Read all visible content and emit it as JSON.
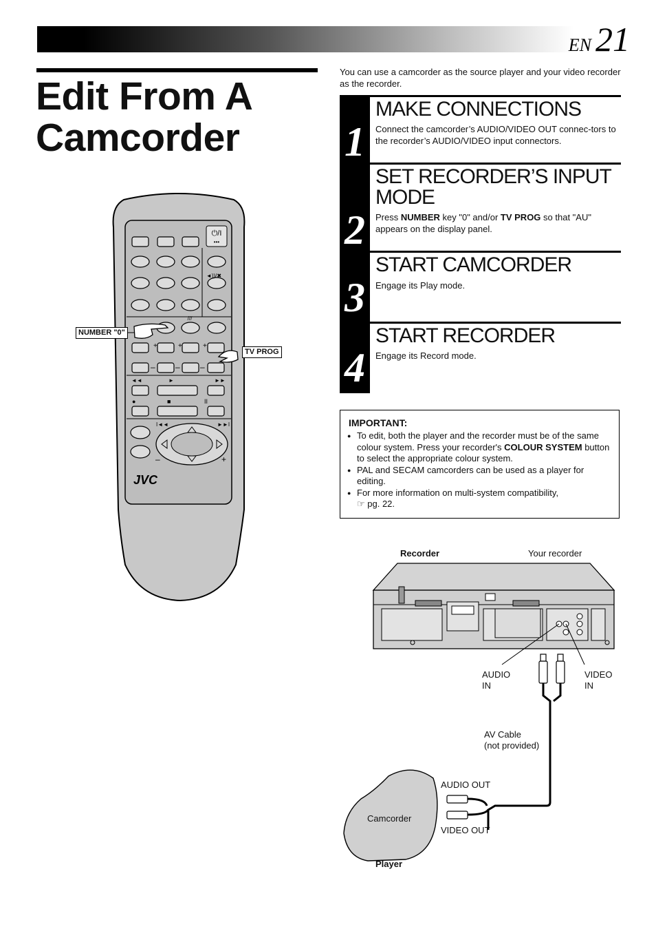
{
  "header": {
    "lang": "EN",
    "page_number": "21"
  },
  "title": {
    "line1": "Edit From A",
    "line2": "Camcorder"
  },
  "intro": "You can use a camcorder as the source player and your video recorder as the recorder.",
  "steps": [
    {
      "number": "1",
      "title": "MAKE CONNECTIONS",
      "body": "Connect the camcorder’s AUDIO/VIDEO OUT connec-tors to the recorder’s AUDIO/VIDEO input connectors."
    },
    {
      "number": "2",
      "title": "SET RECORDER’S INPUT MODE",
      "body_pre": "Press ",
      "body_b1": "NUMBER",
      "body_mid": "  key \"0\" and/or ",
      "body_b2": "TV PROG",
      "body_post": " so that \"AU\" appears on the display panel."
    },
    {
      "number": "3",
      "title": "START CAMCORDER",
      "body": "Engage its Play mode."
    },
    {
      "number": "4",
      "title": "START RECORDER",
      "body": "Engage its Record mode."
    }
  ],
  "important": {
    "title": "IMPORTANT:",
    "item1_pre": "To edit, both the player and the recorder must be of the same colour system. Press your recorder's ",
    "item1_b": "COLOUR SYSTEM",
    "item1_post": " button to select the appropriate colour system.",
    "item2": "PAL and SECAM camcorders can be used as a player for editing.",
    "item3_pre": "For more information on multi-system compatibility,",
    "item3_ref": "☞ pg. 22."
  },
  "remote": {
    "brand": "JVC",
    "power_label": "⏻/I",
    "callout_number": "NUMBER \"0\"",
    "callout_tvprog": "TV PROG"
  },
  "diagram": {
    "recorder_label": "Recorder",
    "your_recorder": "Your recorder",
    "audio_in_1": "AUDIO",
    "audio_in_2": "IN",
    "video_in_1": "VIDEO",
    "video_in_2": "IN",
    "av_cable_1": "AV Cable",
    "av_cable_2": "(not provided)",
    "audio_out": "AUDIO OUT",
    "video_out": "VIDEO OUT",
    "camcorder": "Camcorder",
    "player": "Player"
  }
}
